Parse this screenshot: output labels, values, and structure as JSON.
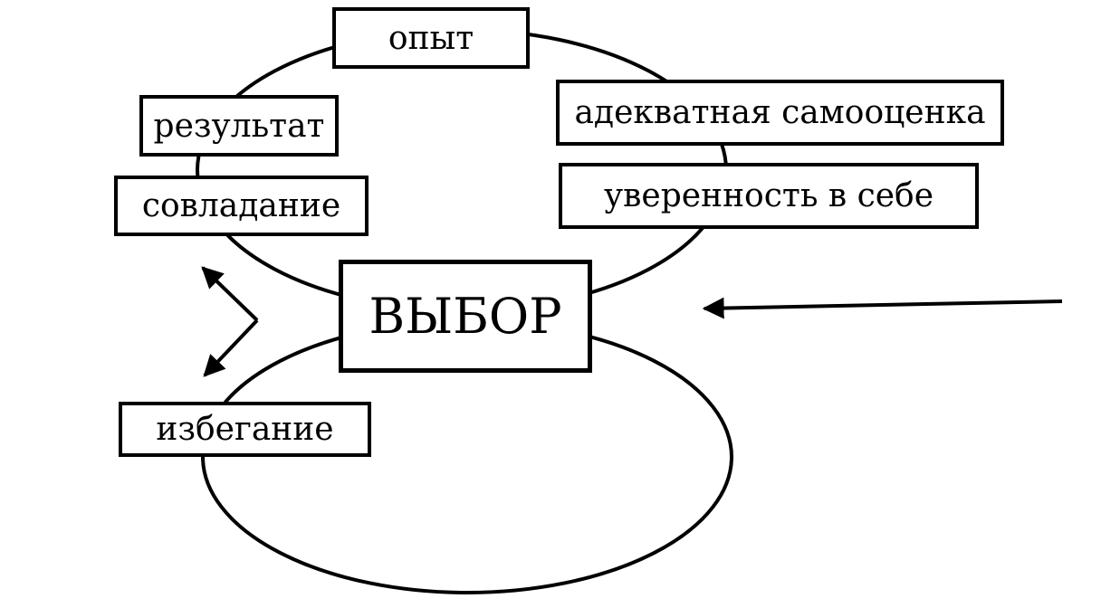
{
  "diagram": {
    "nodes": {
      "experience": "опыт",
      "result": "результат",
      "adequate_self_esteem": "адекватная самооценка",
      "coping": "совладание",
      "self_confidence": "уверенность в себе",
      "choice": "ВЫБОР",
      "avoidance": "избегание"
    }
  },
  "colors": {
    "stroke": "#000000",
    "background": "#ffffff"
  }
}
